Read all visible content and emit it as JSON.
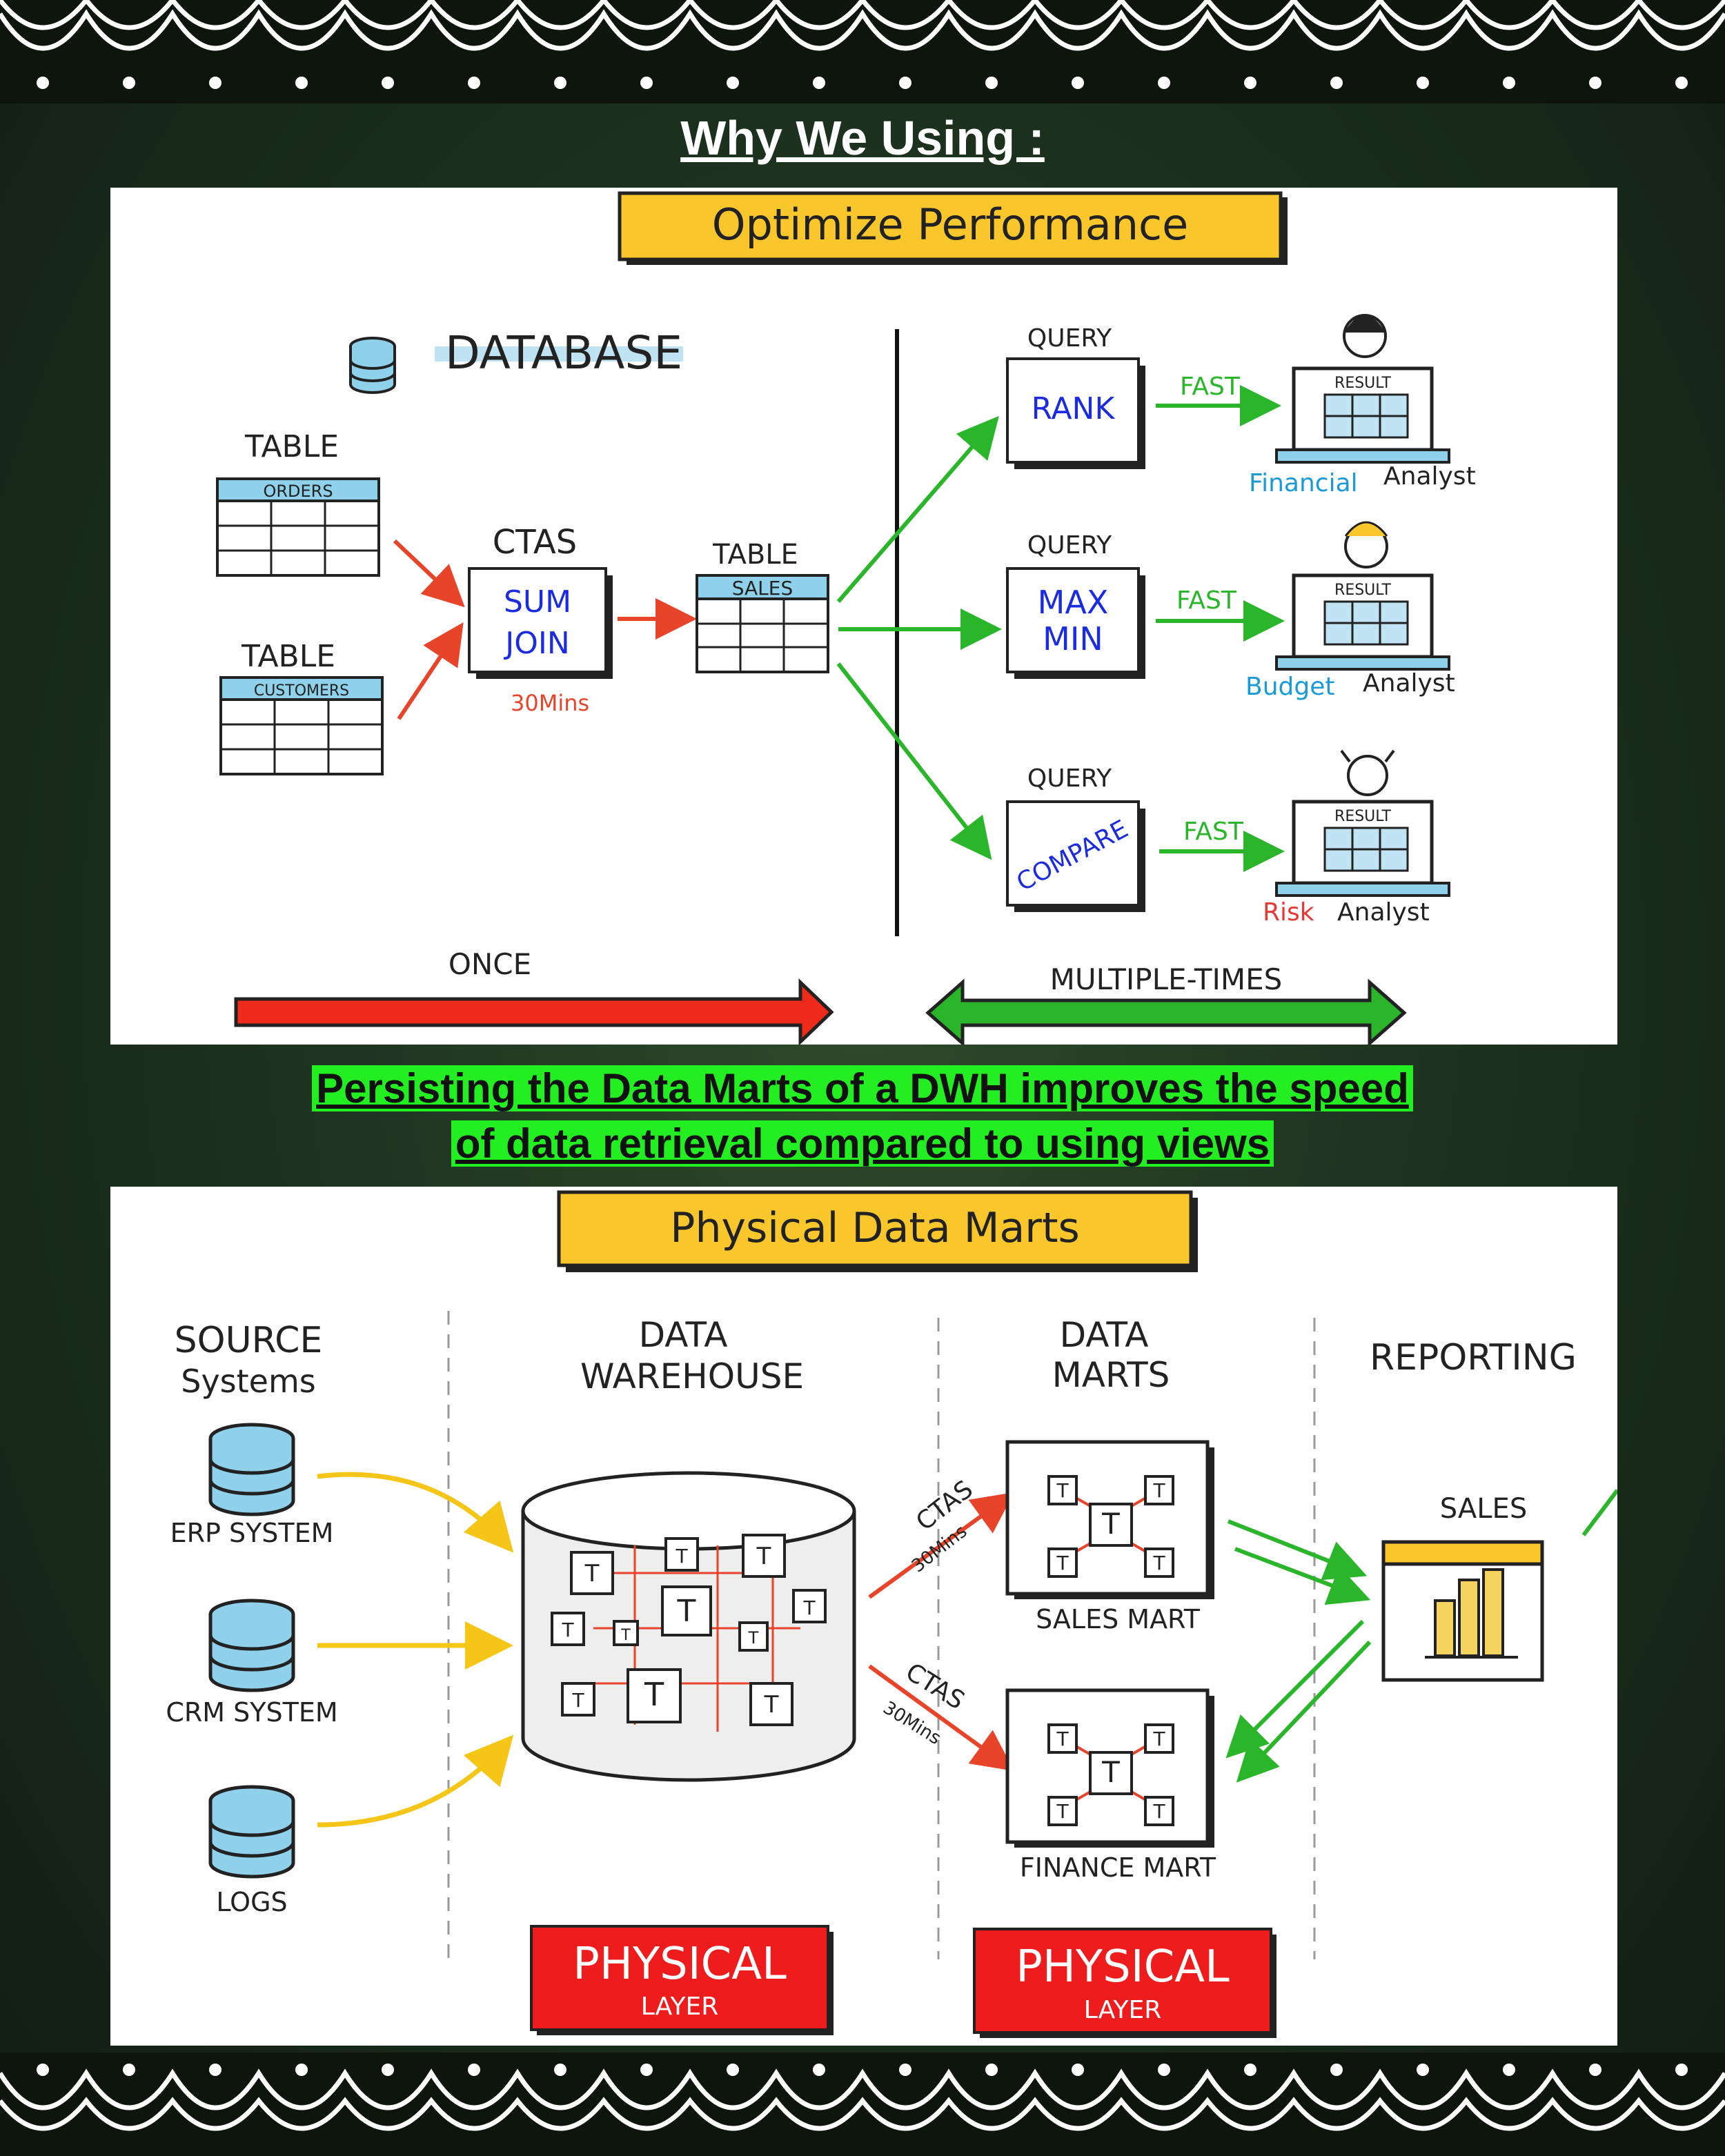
{
  "page": {
    "heading": "Why We Using :",
    "caption_line1": "Persisting the Data Marts of a DWH improves the speed",
    "caption_line2": " of data retrieval compared to using views"
  },
  "top_diagram": {
    "title": "Optimize Performance",
    "database_label": "DATABASE",
    "table_label": "TABLE",
    "orders_label": "ORDERS",
    "customers_label": "CUSTOMERS",
    "ctas_label": "CTAS",
    "ctas_line1": "SUM",
    "ctas_line2": "JOIN",
    "ctas_time": "30Mins",
    "sales_label": "SALES",
    "query_label": "QUERY",
    "fast_label": "FAST",
    "result_label": "RESULT",
    "queries": [
      {
        "op": "RANK",
        "op2": "",
        "analyst_colored": "Financial",
        "analyst_rest": "Analyst",
        "color": "#1a9bd7"
      },
      {
        "op": "MAX",
        "op2": "MIN",
        "analyst_colored": "Budget",
        "analyst_rest": "Analyst",
        "color": "#1a9bd7"
      },
      {
        "op": "COMPARE",
        "op2": "",
        "analyst_colored": "Risk",
        "analyst_rest": "Analyst",
        "color": "#e53935"
      }
    ],
    "once_label": "ONCE",
    "multiple_label": "MULTIPLE-TIMES"
  },
  "bottom_diagram": {
    "title": "Physical Data Marts",
    "col_source_1": "SOURCE",
    "col_source_2": "Systems",
    "col_dwh_1": "DATA",
    "col_dwh_2": "WAREHOUSE",
    "col_marts_1": "DATA",
    "col_marts_2": "MARTS",
    "col_reporting": "REPORTING",
    "sources": [
      "ERP SYSTEM",
      "CRM SYSTEM",
      "LOGS"
    ],
    "table_letter": "T",
    "ctas_label": "CTAS",
    "ctas_time": "30Mins",
    "sales_mart": "SALES MART",
    "finance_mart": "FINANCE MART",
    "report_label": "SALES",
    "physical_label": "PHYSICAL",
    "layer_label": "LAYER"
  },
  "colors": {
    "accent_yellow": "#f9c62b",
    "fast_green": "#2ab52a",
    "ctas_red": "#e8442a",
    "caption_green": "#22ee22",
    "physical_red": "#ee1c1c",
    "query_blue": "#1a2be0"
  }
}
